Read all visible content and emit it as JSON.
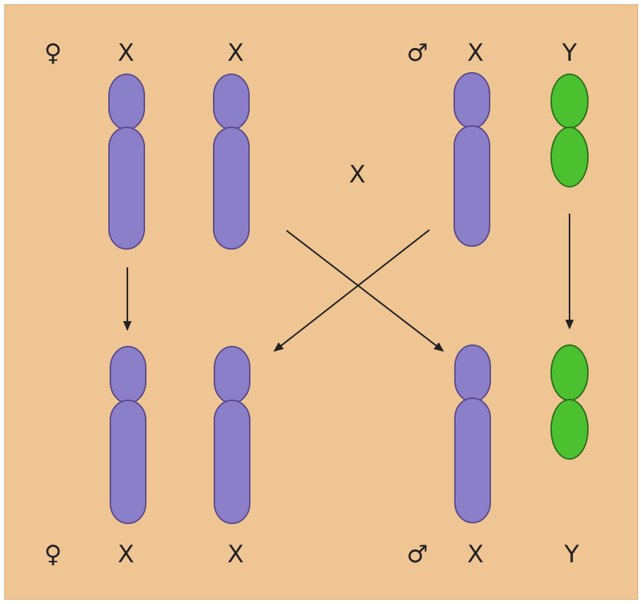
{
  "colors": {
    "background": "#efc593",
    "x_chromosome": "#8c7fc9",
    "y_chromosome": "#4bc12f",
    "outline": "#5a4a8a",
    "arrow": "#222222",
    "text": "#222222"
  },
  "symbols": {
    "female": "♀",
    "male": "♂"
  },
  "parents": {
    "female_label_1": "X",
    "female_label_2": "X",
    "male_label_1": "X",
    "male_label_2": "Y",
    "cross_label": "X"
  },
  "offspring": {
    "female_label_1": "X",
    "female_label_2": "X",
    "male_label_1": "X",
    "male_label_2": "Y"
  }
}
